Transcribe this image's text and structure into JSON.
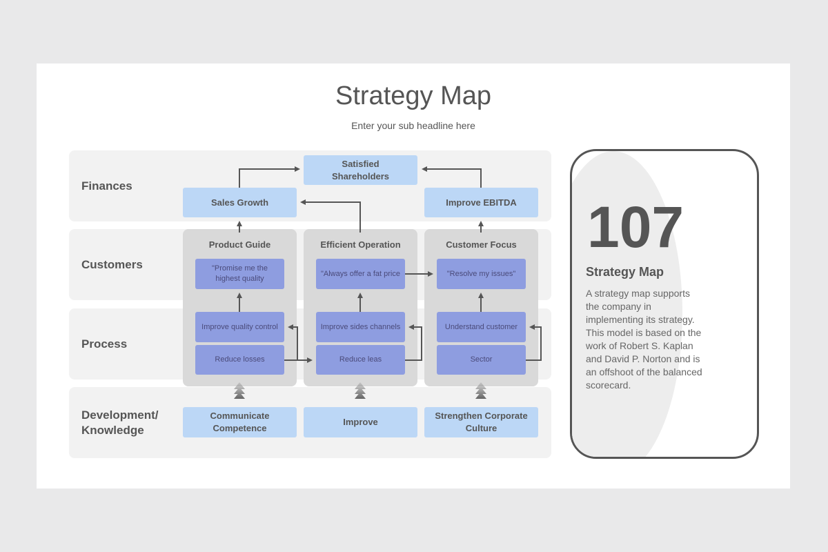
{
  "title": "Strategy Map",
  "subtitle": "Enter your sub headline here",
  "rows": [
    "Finances",
    "Customers",
    "Process",
    "Development/\nKnowledge"
  ],
  "finances": {
    "top": "Satisfied Shareholders",
    "left": "Sales Growth",
    "right": "Improve EBITDA"
  },
  "columns": [
    {
      "title": "Product Guide",
      "quote": "\"Promise me the highest quality",
      "process_top": "Improve quality control",
      "process_bottom": "Reduce losses",
      "development": "Communicate Competence"
    },
    {
      "title": "Efficient Operation",
      "quote": "\"Always offer a fat price",
      "process_top": "Improve sides channels",
      "process_bottom": "Reduce leas",
      "development": "Improve"
    },
    {
      "title": "Customer Focus",
      "quote": "\"Resolve my issues\"",
      "process_top": "Understand customer",
      "process_bottom": "Sector",
      "development": "Strengthen Corporate Culture"
    }
  ],
  "card": {
    "number": "107",
    "title": "Strategy Map",
    "body": "A strategy map supports the company in implementing its strategy. This model is based on the work of Robert S. Kaplan and David P. Norton and is an offshoot of the balanced scorecard."
  },
  "colors": {
    "background": "#e9e9ea",
    "row_band": "#f2f2f2",
    "column_panel": "#d9d9d9",
    "light_box": "#bcd7f6",
    "purple_box": "#8e9de0",
    "text": "#555555"
  }
}
